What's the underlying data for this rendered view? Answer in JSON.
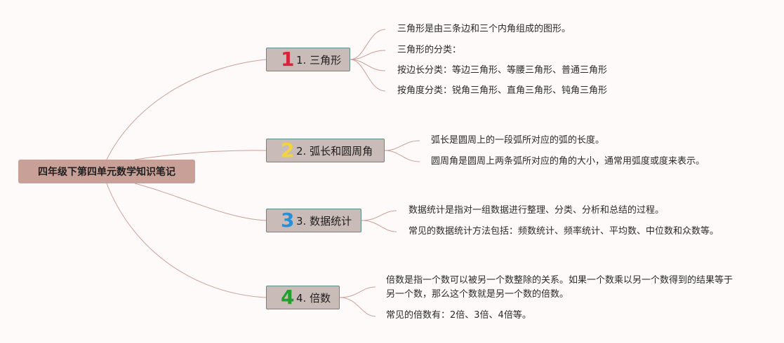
{
  "root": {
    "title": "四年级下第四单元数学知识笔记"
  },
  "colors": {
    "line": "#c9a097",
    "root_fill": "#c9a097",
    "topic_fill": "#c9bbb8",
    "topic_border": "#5b8c86"
  },
  "topics": [
    {
      "badge": "1",
      "badge_color": "#d8243a",
      "label": "1. 三角形",
      "details": [
        "三角形是由三条边和三个内角组成的图形。",
        "三角形的分类：",
        "按边长分类：等边三角形、等腰三角形、普通三角形",
        "按角度分类：锐角三角形、直角三角形、钝角三角形"
      ]
    },
    {
      "badge": "2",
      "badge_color": "#f2d53c",
      "label": "2. 弧长和圆周角",
      "details": [
        "弧长是圆周上的一段弧所对应的弧的长度。",
        "圆周角是圆周上两条弧所对应的角的大小，通常用弧度或度来表示。"
      ]
    },
    {
      "badge": "3",
      "badge_color": "#2b8fd6",
      "label": "3. 数据统计",
      "details": [
        "数据统计是指对一组数据进行整理、分类、分析和总结的过程。",
        "常见的数据统计方法包括：频数统计、频率统计、平均数、中位数和众数等。"
      ]
    },
    {
      "badge": "4",
      "badge_color": "#23a02c",
      "label": "4. 倍数",
      "details": [
        "倍数是指一个数可以被另一个数整除的关系。如果一个数乘以另一个数得到的结果等于另一个数，那么这个数就是另一个数的倍数。",
        "常见的倍数有：2倍、3倍、4倍等。"
      ]
    }
  ]
}
